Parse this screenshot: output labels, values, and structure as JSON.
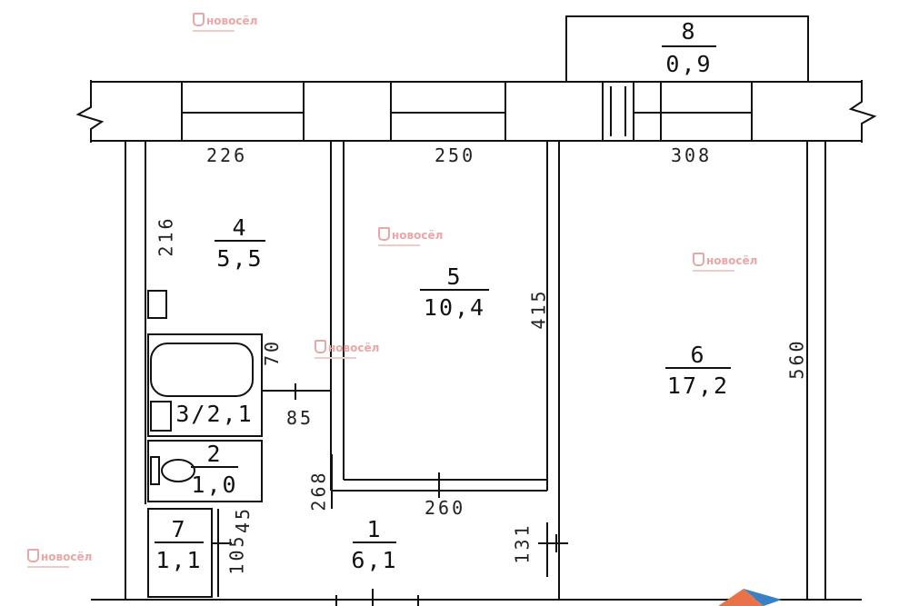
{
  "plan": {
    "rooms": [
      {
        "id": "8",
        "area": "0,9",
        "kind": "balcony"
      },
      {
        "id": "4",
        "area": "5,5",
        "kind": "kitchen"
      },
      {
        "id": "5",
        "area": "10,4",
        "kind": "room"
      },
      {
        "id": "6",
        "area": "17,2",
        "kind": "room"
      },
      {
        "id": "3/2,1",
        "area": "",
        "kind": "bathroom"
      },
      {
        "id": "2",
        "area": "1,0",
        "kind": "toilet"
      },
      {
        "id": "7",
        "area": "1,1",
        "kind": "closet"
      },
      {
        "id": "1",
        "area": "6,1",
        "kind": "hallway"
      }
    ],
    "dimensions": {
      "d226": "226",
      "d250": "250",
      "d308": "308",
      "d216": "216",
      "d415": "415",
      "d560": "560",
      "d70": "70",
      "d85": "85",
      "d268": "268",
      "d260": "260",
      "d45": "45",
      "d105": "105",
      "d131": "131"
    }
  },
  "watermark": {
    "brand": "новосёл"
  },
  "colors": {
    "wall": "#111111",
    "background": "#ffffff",
    "watermark": "#e9a7a7",
    "corner_logo_orange": "#e8734a",
    "corner_logo_blue": "#3b7fc4"
  }
}
